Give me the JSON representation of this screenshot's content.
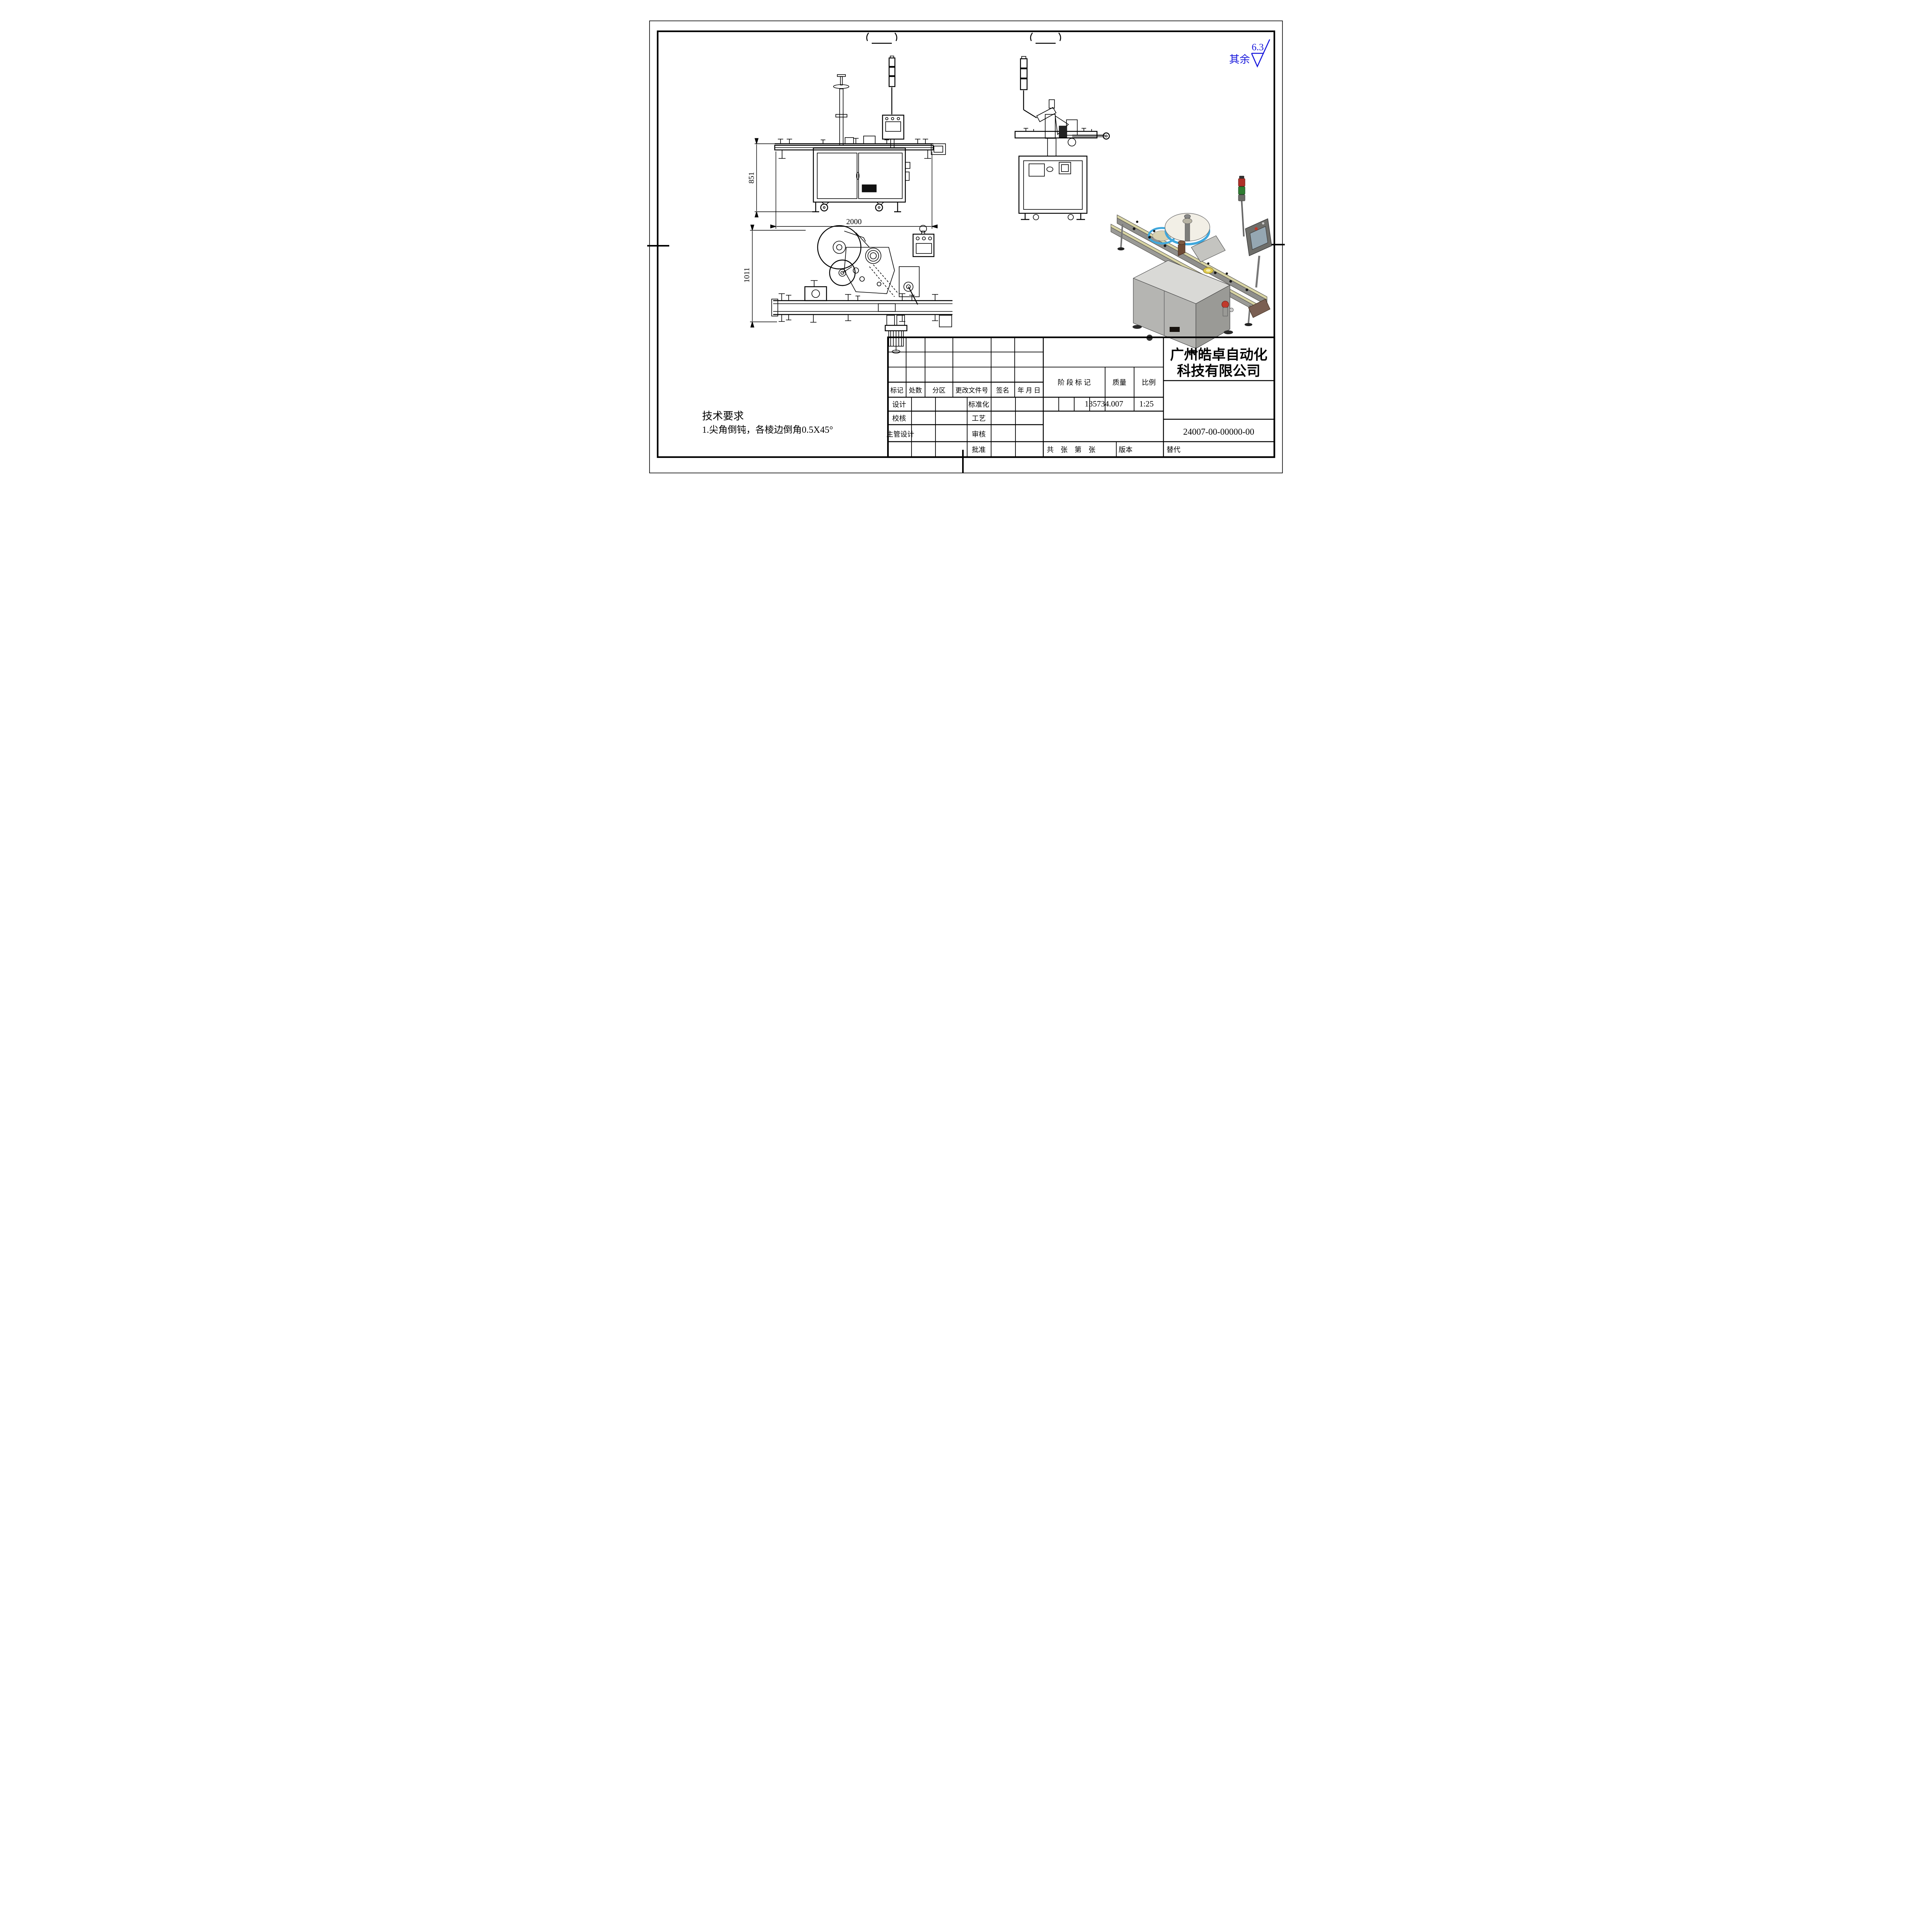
{
  "surface_note": {
    "prefix": "其余",
    "value": "6.3"
  },
  "tech_requirements": {
    "title": "技术要求",
    "item1": "1.尖角倒钝，各棱边倒角0.5X45°"
  },
  "dimensions": {
    "front_height": "851",
    "front_width": "2000",
    "top_depth": "1011"
  },
  "title_block": {
    "company_line1": "广州皓卓自动化",
    "company_line2": "科技有限公司",
    "revision_header": [
      "标记",
      "处数",
      "分区",
      "更改文件号",
      "签名",
      "年 月 日"
    ],
    "labels": {
      "design": "设计",
      "standardization": "标准化",
      "check": "校核",
      "process": "工艺",
      "chief_design": "主管设计",
      "review": "审核",
      "approve": "批准"
    },
    "stage_header": {
      "stage": "阶 段 标 记",
      "mass": "质量",
      "ratio": "比例"
    },
    "mass_value": "135734.007",
    "scale_value": "1:25",
    "drawing_number": "24007-00-00000-00",
    "sheet_row": {
      "count": "共　张　第　张",
      "version": "版本",
      "replace": "替代"
    }
  },
  "colors": {
    "annotation_blue": "#1414dc",
    "machine_gray": "#b5b5b2",
    "label_band_blue": "#3fa7dc",
    "tower_red": "#b03028",
    "tower_green": "#2f7d32"
  }
}
